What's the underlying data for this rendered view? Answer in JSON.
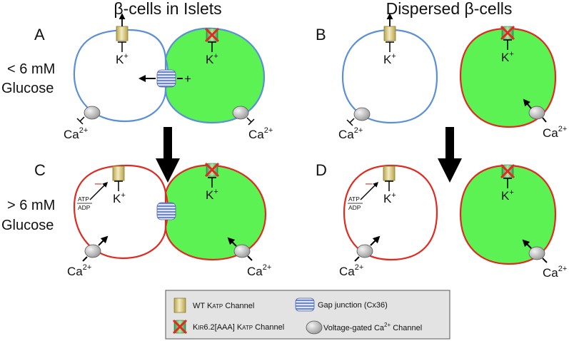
{
  "titles": {
    "left": "β-cells in Islets",
    "right": "Dispersed β-cells"
  },
  "panels": {
    "a": "A",
    "b": "B",
    "c": "C",
    "d": "D"
  },
  "conditions": {
    "low_line1": "< 6 mM",
    "low_line2": "Glucose",
    "high_line1": "> 6 mM",
    "high_line2": "Glucose"
  },
  "ions": {
    "k": "K",
    "k_charge": "+",
    "ca": "Ca",
    "ca_charge": "2+"
  },
  "signs": {
    "plus": "+",
    "minus": "–"
  },
  "ratio": {
    "numerator": "ATP",
    "denominator": "ADP"
  },
  "legend": {
    "wt_prefix": "WT K",
    "wt_sub": "ATP",
    "wt_suffix": " Channel",
    "gap": "Gap junction (Cx36)",
    "mut_prefix": "K",
    "mut_sub1": "IR",
    "mut_mid": "6.2[AAA] K",
    "mut_sub2": "ATP",
    "mut_suffix": " Channel",
    "vgcc_prefix": "Voltage-gated Ca",
    "vgcc_sup": "2+",
    "vgcc_suffix": " Channel"
  },
  "colors": {
    "resting_membrane": "#5b8fd6",
    "depolarized_membrane": "#e02a1f",
    "active_cytoplasm": "#5cf254",
    "katp_channel": "#d7c77a",
    "gap_junction": "#6f86c8",
    "ca_channel": "#c8c8c8",
    "block_cross": "#e02a1f",
    "legend_panel": "#e3e3e3"
  }
}
